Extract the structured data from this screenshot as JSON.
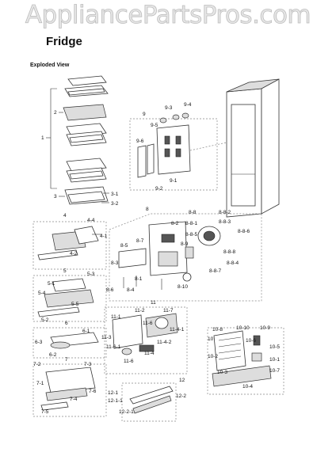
{
  "watermark": "AppliancePartsPros.com",
  "title": "Fridge",
  "subtitle": "Exploded View",
  "labels": [
    "1",
    "2",
    "3",
    "3-1",
    "3-2",
    "4",
    "4-4",
    "4-1",
    "4-2",
    "5",
    "5-3",
    "5-1",
    "5-4",
    "5-5",
    "5-2",
    "6",
    "6-1",
    "6-3",
    "6-2",
    "7",
    "7-2",
    "7-3",
    "7-1",
    "7-6",
    "7-4",
    "7-5",
    "9",
    "9-3",
    "9-4",
    "9-5",
    "9-6",
    "9-1",
    "9-2",
    "8",
    "8-2",
    "8-8",
    "8-8-2",
    "8-8-1",
    "8-8-3",
    "8-8-6",
    "8-8-5",
    "8-5",
    "8-7",
    "8-9",
    "8-8-8",
    "8-8-4",
    "8-3",
    "8-1",
    "8-6",
    "8-4",
    "8-10",
    "8-8-7",
    "11",
    "11-2",
    "11-7",
    "11-1",
    "11-6",
    "11-4-1",
    "11-3",
    "11-6-1",
    "11-4-2",
    "11-4",
    "11-6",
    "12",
    "12-1",
    "12-2",
    "12-1-1",
    "12-2-1",
    "10-8",
    "10-10",
    "10-9",
    "10",
    "10-6",
    "10-5",
    "10-2",
    "10-1",
    "10-7",
    "10-3",
    "10-4"
  ]
}
